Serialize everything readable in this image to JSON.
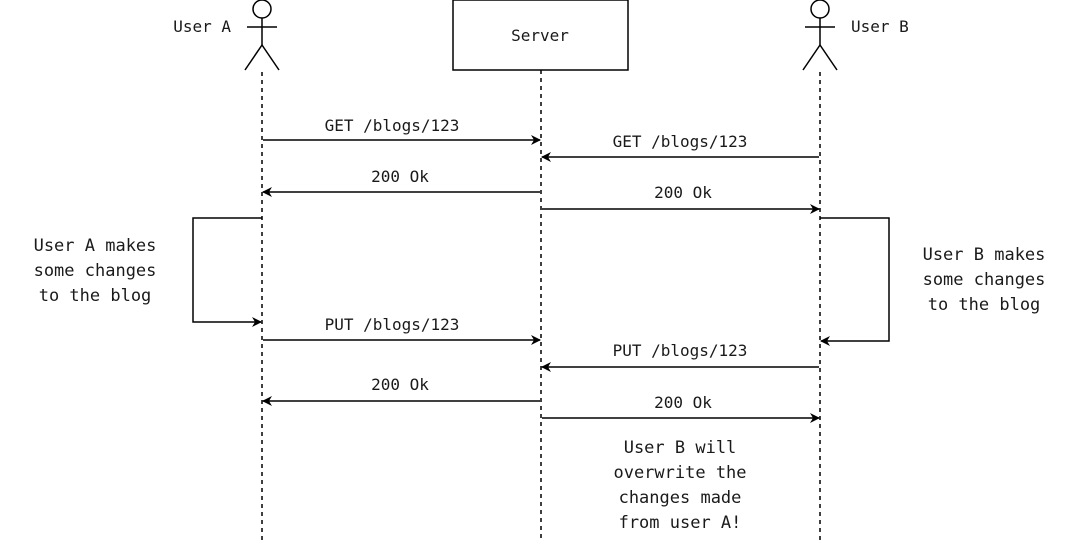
{
  "participants": {
    "user_a": {
      "label": "User A"
    },
    "server": {
      "label": "Server"
    },
    "user_b": {
      "label": "User B"
    }
  },
  "messages": [
    {
      "label": "GET /blogs/123"
    },
    {
      "label": "GET /blogs/123"
    },
    {
      "label": "200 Ok"
    },
    {
      "label": "200 Ok"
    },
    {
      "label": "PUT /blogs/123"
    },
    {
      "label": "PUT /blogs/123"
    },
    {
      "label": "200 Ok"
    },
    {
      "label": "200 Ok"
    }
  ],
  "notes": {
    "user_a": [
      "User A makes",
      "some changes",
      "to the blog"
    ],
    "user_b": [
      "User B makes",
      "some changes",
      "to the blog"
    ]
  },
  "warning": {
    "lines": [
      "User B will",
      "overwrite the",
      "changes made",
      "from user A!"
    ],
    "color": "#ff8000"
  },
  "colors": {
    "line": "#000000",
    "text": "#1a1a1a"
  }
}
